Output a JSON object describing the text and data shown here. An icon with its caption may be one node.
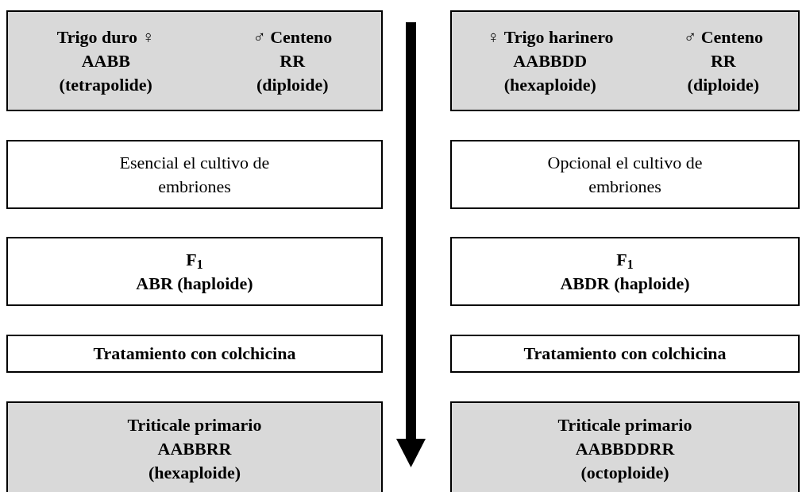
{
  "diagram": {
    "nodes": [
      {
        "text": [
          "Trigo duro ♀",
          "AABB",
          "(tetrapolide)",
          "♂ Centeno",
          "RR",
          "(diploide)"
        ]
      },
      {
        "text": [
          "♀ Trigo harinero",
          "AABBDD",
          "(hexaploide)",
          "♂ Centeno",
          "RR",
          "(diploide)"
        ]
      },
      {
        "text": [
          "Esencial el cultivo de embriones"
        ]
      },
      {
        "text": [
          "Opcional el cultivo de embriones"
        ]
      },
      {
        "text": [
          "F$_{1}$",
          "ABR (haploide)"
        ]
      },
      {
        "text": [
          "F$_{1}$",
          "ABDR (haploide)"
        ]
      },
      {
        "text": [
          "Tratamiento con colchicina"
        ]
      },
      {
        "text": [
          "Tratamiento con colchicina"
        ]
      },
      {
        "text": [
          "Triticale primario",
          "AABBRR",
          "(hexaploide)"
        ]
      },
      {
        "text": [
          "Triticale primario",
          "AABBDDRR",
          "(octoploide)"
        ]
      }
    ]
  }
}
